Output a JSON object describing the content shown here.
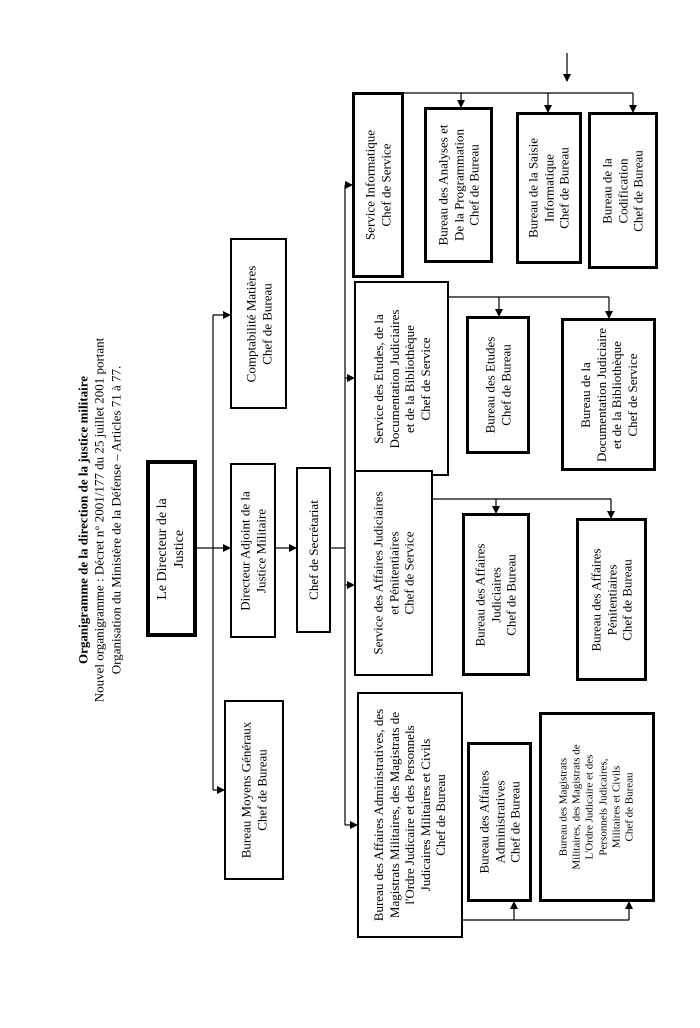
{
  "header": {
    "title": "Organigramme de la direction de la justice militaire",
    "line1": "Nouvel organigramme : Décret n° 2001/177 du 25 juillet 2001 portant",
    "line2": "Organisation du Ministère de la Défense – Articles 71 à 77."
  },
  "boxes": {
    "directeur": [
      "Le Directeur de la",
      "Justice"
    ],
    "moyens": [
      "Bureau Moyens Généraux",
      "Chef de Bureau"
    ],
    "adjoint": [
      "Directeur Adjoint de la",
      "Justice Militaire"
    ],
    "compta": [
      "Comptabilité Matières",
      "Chef de Bureau"
    ],
    "secretariat": [
      "Chef de Secrétariat"
    ],
    "affadmin": [
      "Bureau des Affaires Administratives, des",
      "Magistrats Militaires, des Magistrats de",
      "l'Ordre Judicaire et des Personnels",
      "Judicaires Militaires et Civils",
      "Chef de Bureau"
    ],
    "svc_penit": [
      "Service des Affaires Judiciaires",
      "et Pénitentiaires",
      "Chef de Service"
    ],
    "svc_etudes": [
      "Service des Etudes, de la",
      "Documentation Judiciaires",
      "et de la Bibliothèque",
      "Chef de Service"
    ],
    "svc_info": [
      "Service Informatique",
      "Chef de Service"
    ],
    "b_admin": [
      "Bureau des Affaires",
      "Administratives",
      "Chef de Bureau"
    ],
    "b_magistrats": [
      "Bureau des Magistrats",
      "Militaires, des Magistrats de",
      "L'Ordre Judicaire et des",
      "Personnels Judicaires,",
      "Militaires et Civils",
      "Chef de Bureau"
    ],
    "b_jud": [
      "Bureau des Affaires",
      "Judiciaires",
      "Chef de Bureau"
    ],
    "b_penit": [
      "Bureau des Affaires",
      "Pénitentiaires",
      "Chef de Bureau"
    ],
    "b_etudes": [
      "Bureau des Etudes",
      "Chef de Bureau"
    ],
    "b_doc": [
      "Bureau de la",
      "Documentation Judiciaire",
      "et de la Bibliothèque",
      "Chef de Service"
    ],
    "b_analyses": [
      "Bureau des Analyses et",
      "De la Programmation",
      "Chef de Bureau"
    ],
    "b_saisie": [
      "Bureau de la Saisie",
      "Informatique",
      "Chef de Bureau"
    ],
    "b_codif": [
      "Bureau de la",
      "Codification",
      "Chef de Bureau"
    ]
  }
}
